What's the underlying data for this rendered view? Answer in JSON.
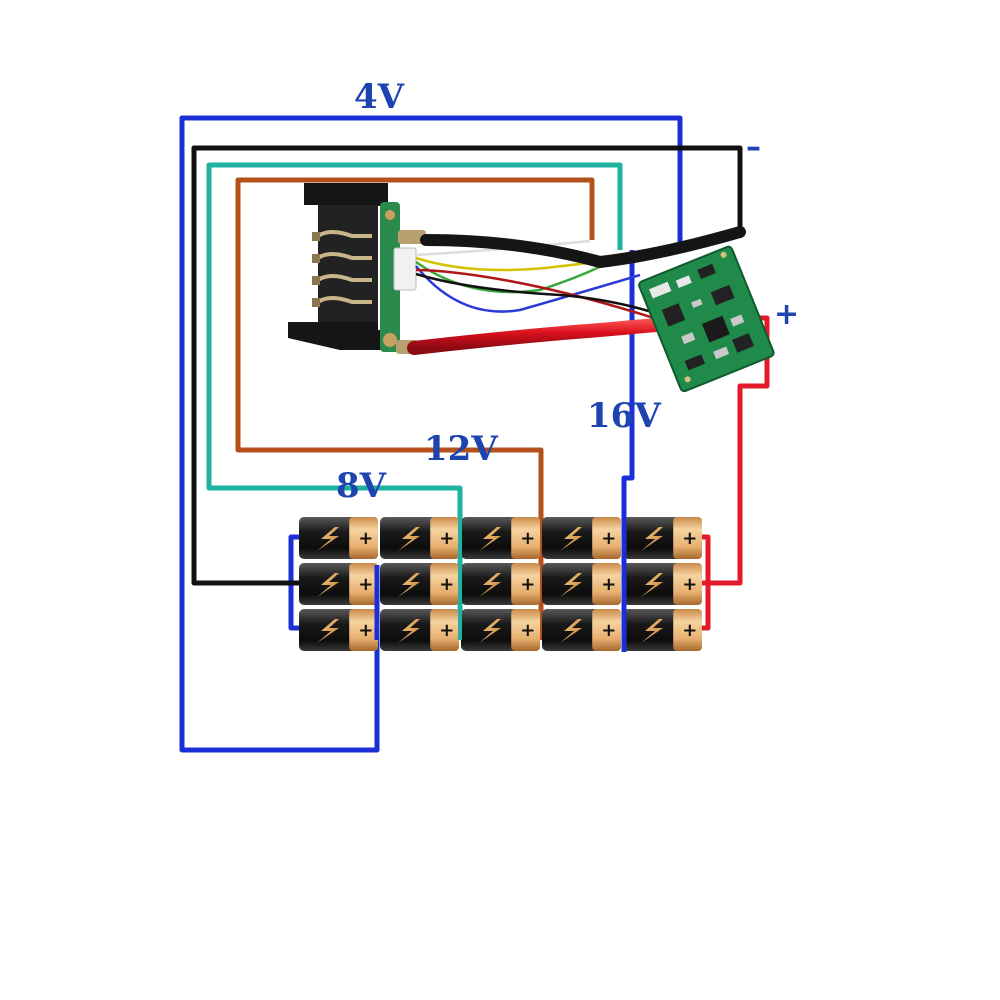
{
  "labels": {
    "v4": "4V",
    "v8": "8V",
    "v12": "12V",
    "v16": "16V",
    "minus": "–",
    "plus": "+"
  },
  "battery_pack": {
    "rows": 3,
    "columns": 5,
    "cell_terminal_mark": "+",
    "cell_icon": "lightning-bolt-icon"
  },
  "components": {
    "connector": "battery-terminal-connector",
    "pcb": "protection-circuit-board"
  },
  "colors": {
    "blue": "#1b2fd8",
    "black": "#111111",
    "teal": "#1fb39f",
    "brown": "#b4501a",
    "red": "#e21a2a",
    "label_blue": "#1e44b0",
    "cell_body": "#181818",
    "cell_cap": "#e8b878",
    "pcb_green": "#1f8a4a"
  }
}
